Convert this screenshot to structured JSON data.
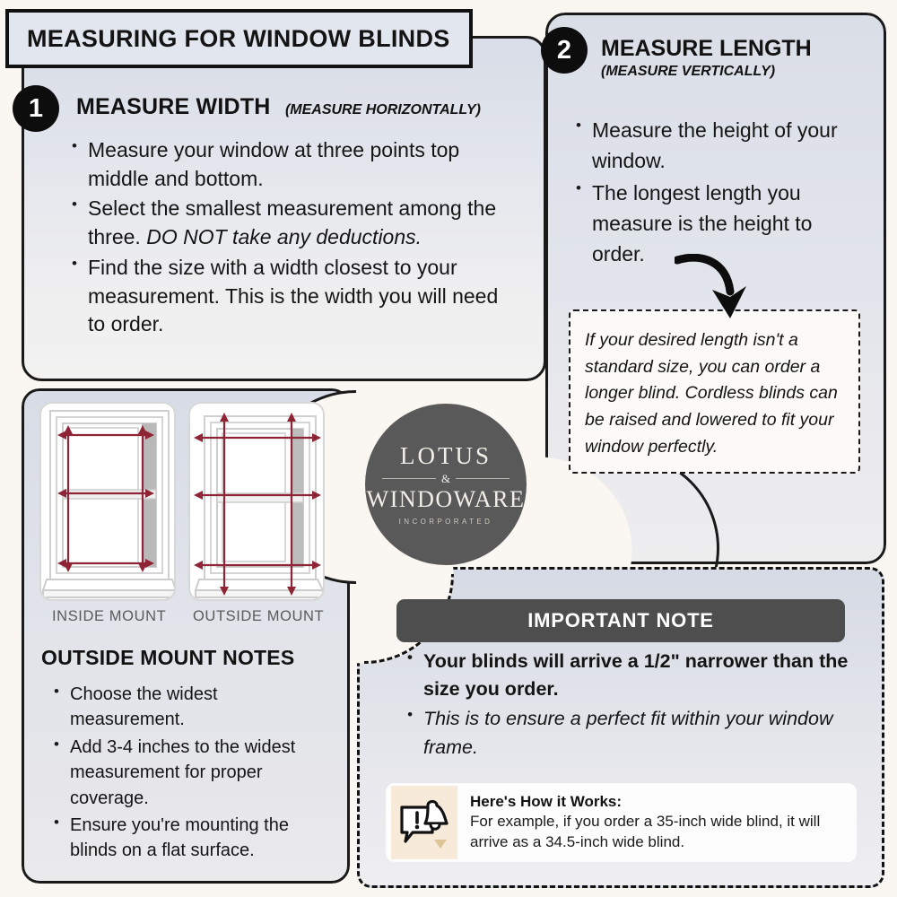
{
  "title": "MEASURING FOR WINDOW BLINDS",
  "colors": {
    "page_bg": "#faf6f1",
    "panel_top": "#d9dde7",
    "accent_dark": "#4e4e4e",
    "arrow_red": "#8e2436",
    "logo_bg": "#595959",
    "title_bg": "#e2e6ee"
  },
  "step1": {
    "number": "1",
    "heading": "MEASURE WIDTH",
    "subheading": "(MEASURE HORIZONTALLY)",
    "bullets": [
      {
        "plain": "Measure your window at three points top middle and bottom.",
        "italic": ""
      },
      {
        "plain": "Select the smallest measurement among the three. ",
        "italic": "DO NOT take any deductions."
      },
      {
        "plain": "Find the size with a width closest to your measurement. This is the width you will need to order.",
        "italic": ""
      }
    ]
  },
  "step2": {
    "number": "2",
    "heading": "MEASURE LENGTH",
    "subheading": "(MEASURE VERTICALLY)",
    "bullets": [
      "Measure the height of your window.",
      "The longest length you measure is the height to order."
    ],
    "note": "If your desired length isn't a standard size, you can order a longer blind. Cordless blinds can be raised and lowered to fit your window perfectly."
  },
  "diagrams": {
    "inside_label": "INSIDE MOUNT",
    "outside_label": "OUTSIDE MOUNT"
  },
  "outside_mount_notes": {
    "title": "OUTSIDE MOUNT NOTES",
    "bullets": [
      "Choose the widest measurement.",
      "Add 3-4 inches to the widest measurement for proper coverage.",
      "Ensure you're mounting the blinds on a flat surface."
    ]
  },
  "logo": {
    "line1": "LOTUS",
    "amp": "&",
    "line2": "WINDOWARE",
    "line3": "INCORPORATED"
  },
  "important_note": {
    "header": "IMPORTANT NOTE",
    "bullets": [
      {
        "text": "Your blinds will arrive a 1/2\" narrower than the size you order.",
        "style": "bold"
      },
      {
        "text": "This is to ensure a perfect fit within your window frame.",
        "style": "italic"
      }
    ],
    "how_it_works": {
      "title": "Here's How it Works:",
      "body": "For example, if you order a 35-inch wide blind, it will arrive as a 34.5-inch wide blind."
    }
  }
}
